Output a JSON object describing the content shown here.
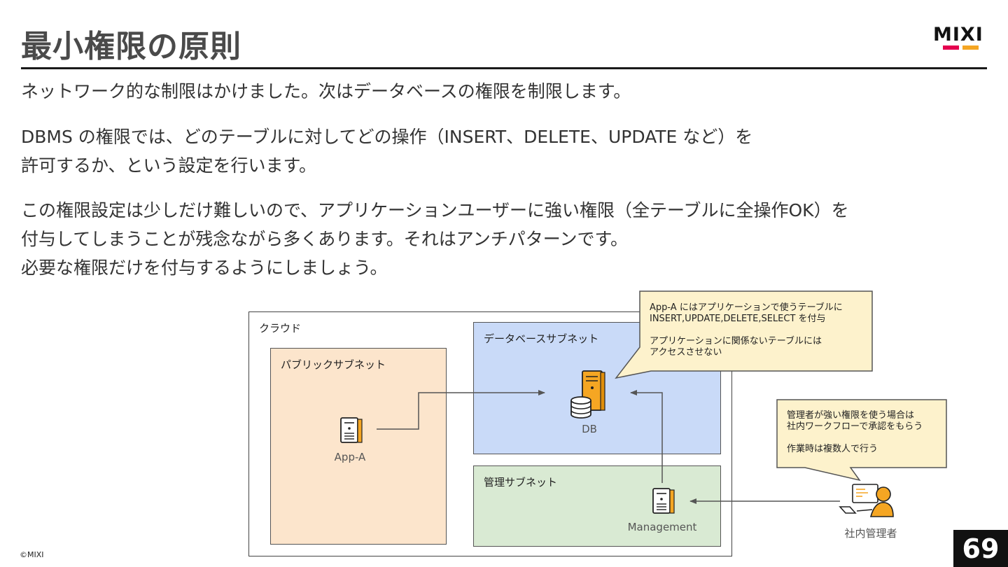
{
  "slide": {
    "title": "最小権限の原則",
    "logo": {
      "text": "MIXI",
      "bar_colors": [
        "#e5004f",
        "#f5a623"
      ]
    },
    "paragraphs": [
      [
        "ネットワーク的な制限はかけました。次はデータベースの権限を制限します。"
      ],
      [
        "DBMS の権限では、どのテーブルに対してどの操作（INSERT、DELETE、UPDATE など）を",
        "許可するか、という設定を行います。"
      ],
      [
        "この権限設定は少しだけ難しいので、アプリケーションユーザーに強い権限（全テーブルに全操作OK）を",
        "付与してしまうことが残念ながら多くあります。それはアンチパターンです。",
        "必要な権限だけを付与するようにしましょう。"
      ]
    ],
    "footer": {
      "copyright": "©MIXI",
      "page_number": "69"
    }
  },
  "diagram": {
    "cloud_label": "クラウド",
    "public_subnet_label": "パブリックサブネット",
    "db_subnet_label": "データベースサブネット",
    "mgmt_subnet_label": "管理サブネット",
    "nodes": {
      "app": "App-A",
      "db": "DB",
      "management": "Management",
      "admin": "社内管理者"
    },
    "callout_db": [
      "App-A にはアプリケーションで使うテーブルに",
      "INSERT,UPDATE,DELETE,SELECT を付与",
      "",
      "アプリケーションに関係ないテーブルには",
      "アクセスさせない"
    ],
    "callout_admin": [
      "管理者が強い権限を使う場合は",
      "社内ワークフローで承認をもらう",
      "",
      "作業時は複数人で行う"
    ],
    "colors": {
      "public_subnet": "#fce5cc",
      "db_subnet": "#c9daf8",
      "mgmt_subnet": "#d9ead3",
      "callout": "#fdf2cc",
      "server_icon": "#f5a623"
    }
  }
}
